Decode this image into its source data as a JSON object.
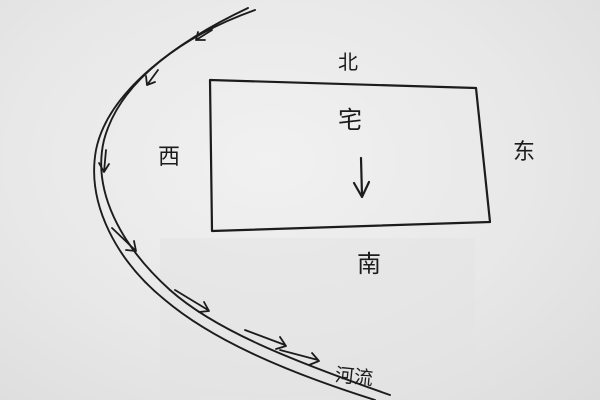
{
  "diagram": {
    "labels": {
      "north": "北",
      "west": "西",
      "east": "东",
      "south": "南",
      "house": "宅",
      "river": "河流"
    },
    "colors": {
      "ink": "#1c1c1c",
      "paper": "#ececec"
    }
  }
}
